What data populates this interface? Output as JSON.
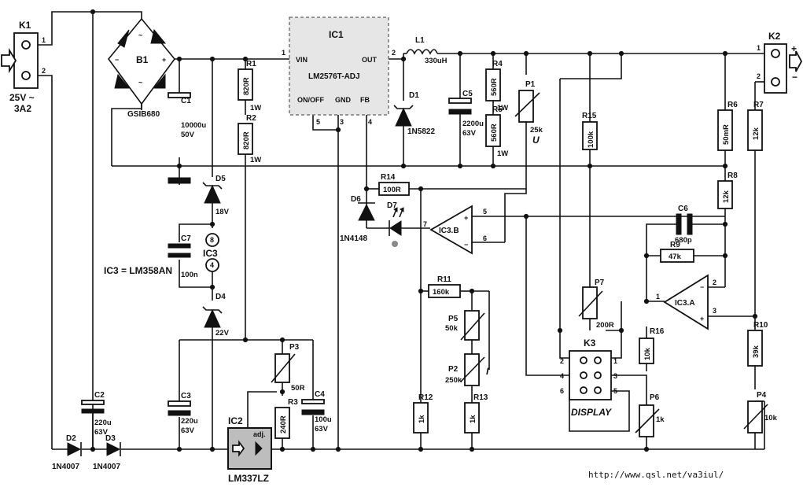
{
  "k1": {
    "label": "K1",
    "pin1": "1",
    "pin2": "2",
    "rating_v": "25V ~",
    "rating_a": "3A2"
  },
  "k2": {
    "label": "K2",
    "pin1": "1",
    "pin2": "2"
  },
  "k3": {
    "label": "K3",
    "name": "DISPLAY",
    "pins": [
      "2",
      "4",
      "6",
      "1",
      "3",
      "5"
    ]
  },
  "b1": {
    "label": "B1",
    "type": "GSIB680"
  },
  "ic1": {
    "label": "IC1",
    "type": "LM2576T-ADJ",
    "vin": "VIN",
    "out": "OUT",
    "onoff": "ON/OFF",
    "gnd": "GND",
    "fb": "FB",
    "p1": "1",
    "p2": "2",
    "p3": "3",
    "p4": "4",
    "p5": "5"
  },
  "ic2": {
    "label": "IC2",
    "type": "LM337LZ",
    "adj": "adj."
  },
  "ic3": {
    "label": "IC3",
    "note": "IC3 = LM358AN",
    "pin8": "8",
    "pin4": "4"
  },
  "ic3a": {
    "label": "IC3.A",
    "p1": "1",
    "p2": "2",
    "p3": "3"
  },
  "ic3b": {
    "label": "IC3.B",
    "p5": "5",
    "p6": "6",
    "p7": "7"
  },
  "l1": {
    "label": "L1",
    "value": "330uH"
  },
  "c1": {
    "label": "C1",
    "value": "10000u",
    "voltage": "50V"
  },
  "c2": {
    "label": "C2",
    "value": "220u",
    "voltage": "63V"
  },
  "c3": {
    "label": "C3",
    "value": "220u",
    "voltage": "63V"
  },
  "c4": {
    "label": "C4",
    "value": "100u",
    "voltage": "63V"
  },
  "c5": {
    "label": "C5",
    "value": "2200u",
    "voltage": "63V"
  },
  "c6": {
    "label": "C6",
    "value": "680p"
  },
  "c7": {
    "label": "C7",
    "value": "100n"
  },
  "r1": {
    "label": "R1",
    "value": "820R",
    "power": "1W"
  },
  "r2": {
    "label": "R2",
    "value": "820R",
    "power": "1W"
  },
  "r3": {
    "label": "R3",
    "value": "240R"
  },
  "r4": {
    "label": "R4",
    "value": "560R",
    "power": "1W"
  },
  "r5": {
    "label": "R5",
    "value": "560R",
    "power": "1W"
  },
  "r6": {
    "label": "R6",
    "value": "50mR"
  },
  "r7": {
    "label": "R7",
    "value": "12k"
  },
  "r8": {
    "label": "R8",
    "value": "12k"
  },
  "r9": {
    "label": "R9",
    "value": "47k"
  },
  "r10": {
    "label": "R10",
    "value": "39k"
  },
  "r11": {
    "label": "R11",
    "value": "160k"
  },
  "r12": {
    "label": "R12",
    "value": "1k"
  },
  "r13": {
    "label": "R13",
    "value": "1k"
  },
  "r14": {
    "label": "R14",
    "value": "100R"
  },
  "r15": {
    "label": "R15",
    "value": "100k"
  },
  "r16": {
    "label": "R16",
    "value": "10k"
  },
  "p1": {
    "label": "P1",
    "value": "25k",
    "mark": "U"
  },
  "p2": {
    "label": "P2",
    "value": "250k",
    "mark": "I"
  },
  "p3": {
    "label": "P3",
    "value": "50R"
  },
  "p4": {
    "label": "P4",
    "value": "10k"
  },
  "p5": {
    "label": "P5",
    "value": "50k"
  },
  "p6": {
    "label": "P6",
    "value": "1k"
  },
  "p7": {
    "label": "P7",
    "value": "200R"
  },
  "d1": {
    "label": "D1",
    "type": "1N5822"
  },
  "d2": {
    "label": "D2",
    "type": "1N4007"
  },
  "d3": {
    "label": "D3",
    "type": "1N4007"
  },
  "d4": {
    "label": "D4",
    "value": "22V"
  },
  "d5": {
    "label": "D5",
    "value": "18V"
  },
  "d6": {
    "label": "D6",
    "type": "1N4148"
  },
  "d7": {
    "label": "D7"
  },
  "footer": {
    "url": "http://www.qsl.net/va3iul/"
  }
}
